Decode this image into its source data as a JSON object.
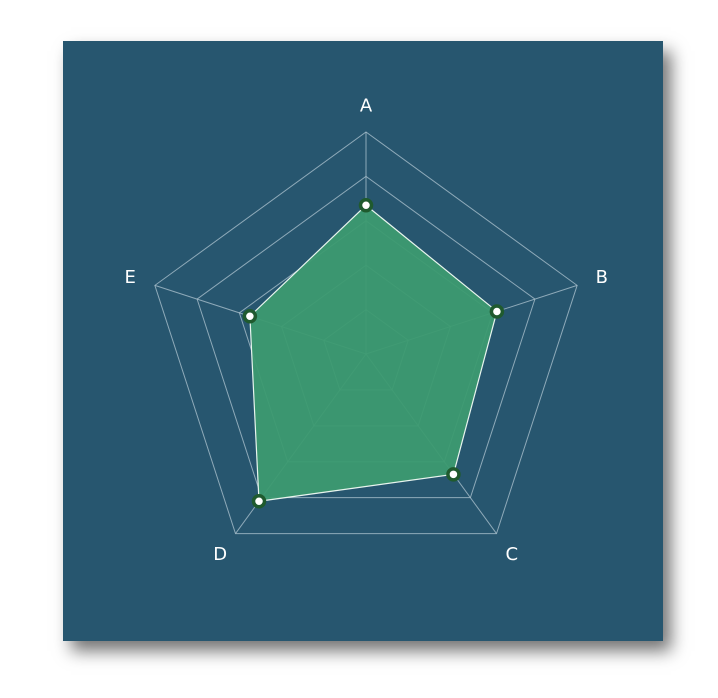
{
  "colors": {
    "background": "#27566F",
    "grid": "#A9BFCC",
    "area_fill": "#3C9A70",
    "area_stroke": "#E8F5EE",
    "marker_fill": "#ffffff",
    "marker_stroke": "#1F5A2E",
    "label": "#ffffff"
  },
  "chart_data": {
    "type": "radar",
    "axes": [
      "A",
      "B",
      "C",
      "D",
      "E"
    ],
    "series": [
      {
        "values": [
          6.7,
          6.2,
          6.7,
          8.2,
          5.5
        ]
      }
    ],
    "range": [
      0,
      10
    ],
    "grid_levels": 5,
    "grid": true,
    "legend": "none"
  }
}
